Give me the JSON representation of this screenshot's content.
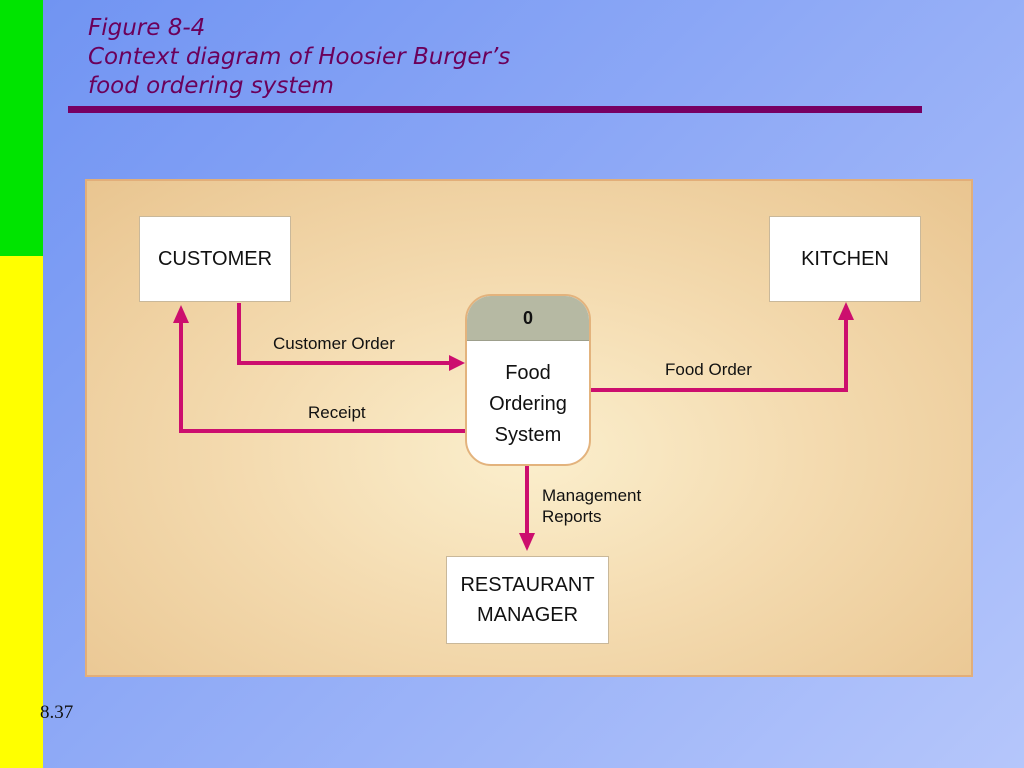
{
  "slide": {
    "title_lines": [
      "Figure 8-4",
      "Context diagram of Hoosier Burger’s",
      "food ordering system"
    ],
    "page_number": "8.37"
  },
  "diagram": {
    "entities": {
      "customer": "CUSTOMER",
      "kitchen": "KITCHEN",
      "manager": "RESTAURANT\nMANAGER"
    },
    "process": {
      "id": "0",
      "name": "Food\nOrdering\nSystem"
    },
    "flows": {
      "customer_order": "Customer Order",
      "receipt": "Receipt",
      "food_order": "Food Order",
      "management_reports": "Management\nReports"
    },
    "colors": {
      "flow": "#cc0e6e",
      "process_header": "#b6b9a3",
      "title": "#6b005a"
    }
  }
}
